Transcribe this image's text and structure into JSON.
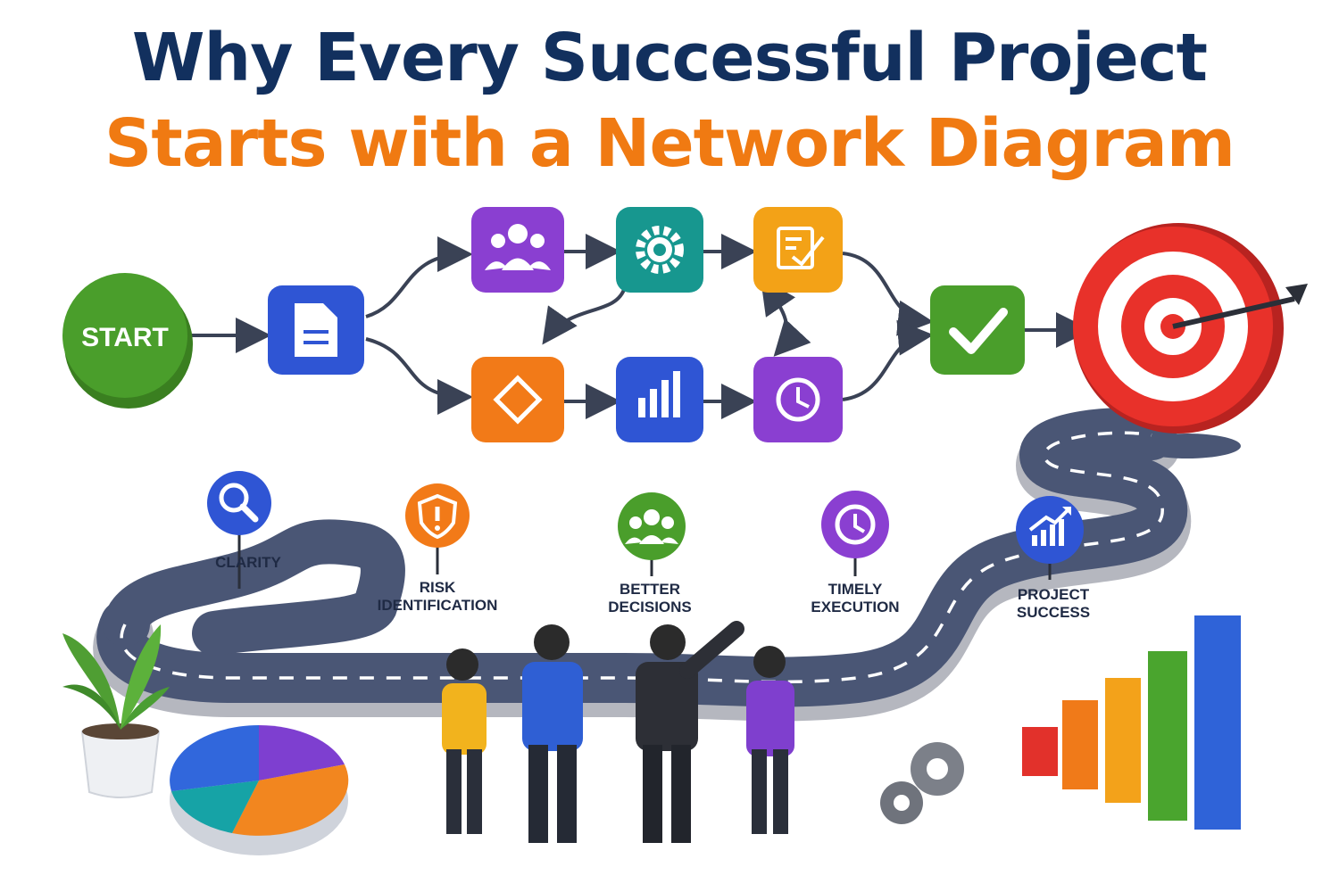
{
  "title": {
    "line1": "Why Every Successful Project",
    "line2": "Starts with a Network Diagram"
  },
  "network": {
    "start_label": "START",
    "nodes": [
      {
        "id": "document",
        "icon": "document-icon",
        "color": "#2f55d4"
      },
      {
        "id": "team",
        "icon": "team-icon",
        "color": "#8a3fd1"
      },
      {
        "id": "settings",
        "icon": "gear-icon",
        "color": "#17978f"
      },
      {
        "id": "checklist",
        "icon": "checklist-icon",
        "color": "#f3a217"
      },
      {
        "id": "decision",
        "icon": "diamond-icon",
        "color": "#f27a18"
      },
      {
        "id": "analytics",
        "icon": "bar-chart-icon",
        "color": "#2f55d4"
      },
      {
        "id": "schedule",
        "icon": "clock-icon",
        "color": "#8a3fd1"
      },
      {
        "id": "complete",
        "icon": "checkmark-icon",
        "color": "#4a9e2b"
      }
    ],
    "target": {
      "icon": "bullseye-target-icon",
      "color": "#e8312a"
    }
  },
  "milestones": [
    {
      "id": "clarity",
      "label_lines": [
        "CLARITY"
      ],
      "icon": "magnifier-icon",
      "color": "#2f55d4"
    },
    {
      "id": "risk",
      "label_lines": [
        "RISK",
        "IDENTIFICATION"
      ],
      "icon": "shield-alert-icon",
      "color": "#f27a18"
    },
    {
      "id": "decisions",
      "label_lines": [
        "BETTER",
        "DECISIONS"
      ],
      "icon": "team-icon",
      "color": "#4a9e2b"
    },
    {
      "id": "execution",
      "label_lines": [
        "TIMELY",
        "EXECUTION"
      ],
      "icon": "clock-icon",
      "color": "#8a3fd1"
    },
    {
      "id": "success",
      "label_lines": [
        "PROJECT",
        "SUCCESS"
      ],
      "icon": "growth-chart-icon",
      "color": "#2f55d4"
    }
  ],
  "colors": {
    "start": "#4a9e2b",
    "road": "#3f4a66",
    "arrow": "#3a4255",
    "title_primary": "#12305e",
    "title_accent": "#f07a12"
  }
}
